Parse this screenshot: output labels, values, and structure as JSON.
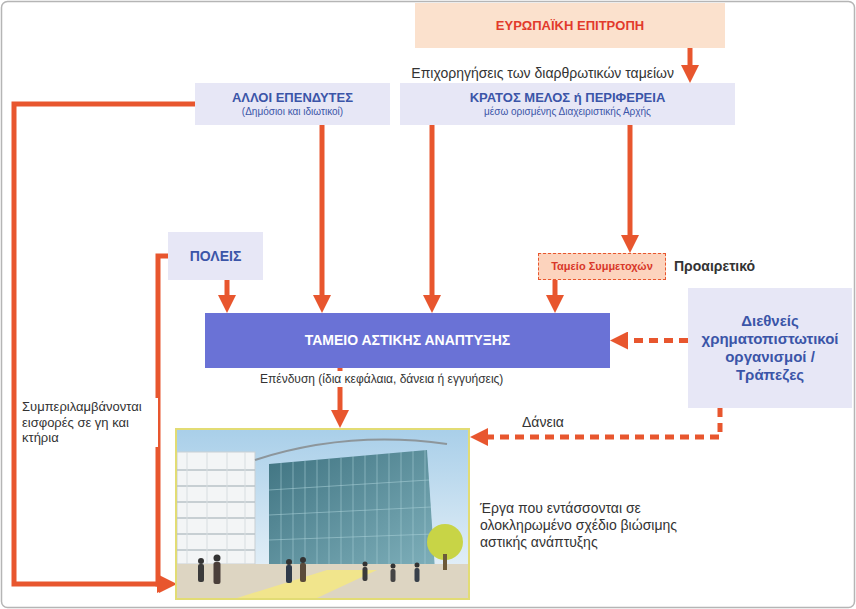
{
  "diagram": {
    "nodes": [
      {
        "text": [
          "ΕΥΡΩΠΑΪΚΗ ΕΠΙΤΡΟΠΗ"
        ]
      },
      {
        "text": [
          "ΑΛΛΟΙ ΕΠΕΝΔΥΤΕΣ",
          "(Δημόσιοι και ιδιωτικοί)"
        ]
      },
      {
        "text": [
          "ΚΡΑΤΟΣ ΜΕΛΟΣ ή ΠΕΡΙΦΕΡΕΙΑ",
          "μέσω ορισμένης Διαχειριστικής Αρχής"
        ]
      },
      {
        "text": [
          "ΠΟΛΕΙΣ"
        ]
      },
      {
        "text": [
          "Ταμείο Συμμετοχών"
        ]
      },
      {
        "text": [
          "ΤΑΜΕΙΟ ΑΣΤΙΚΗΣ ΑΝΑΠΤΥΞΗΣ"
        ]
      },
      {
        "text": [
          "Διεθνείς χρηματοπιστωτικοί οργανισμοί / Τράπεζες"
        ]
      },
      {
        "text": [
          "Έργα που εντάσσονται σε ολοκληρωμένο σχέδιο βιώσιμης αστικής ανάπτυξης"
        ]
      }
    ],
    "edges": [
      {
        "from": 0,
        "to": 2,
        "arrow": "to",
        "label": "Επιχορηγήσεις των διαρθρωτικών ταμείων"
      },
      {
        "from": 2,
        "to": 4,
        "arrow": "to"
      },
      {
        "from": 3,
        "to": 5,
        "arrow": "to"
      },
      {
        "from": 1,
        "to": 5,
        "arrow": "to"
      },
      {
        "from": 2,
        "to": 5,
        "arrow": "to"
      },
      {
        "from": 4,
        "to": 5,
        "arrow": "to"
      },
      {
        "from": 6,
        "to": 5,
        "arrow": "to"
      },
      {
        "from": 5,
        "to": 7,
        "arrow": "to",
        "label": "Επένδυση (ίδια κεφάλαια, δάνεια ή εγγυήσεις)"
      },
      {
        "from": 6,
        "to": 7,
        "arrow": "to",
        "label": "Δάνεια"
      },
      {
        "from": 1,
        "to": 7,
        "arrow": "to",
        "label": "Συμπεριλαμβάνονται εισφορές σε γη και κτήρια"
      },
      {
        "from": 3,
        "to": 7,
        "arrow": "to"
      }
    ],
    "labels": [
      "Προαιρετικό"
    ]
  }
}
